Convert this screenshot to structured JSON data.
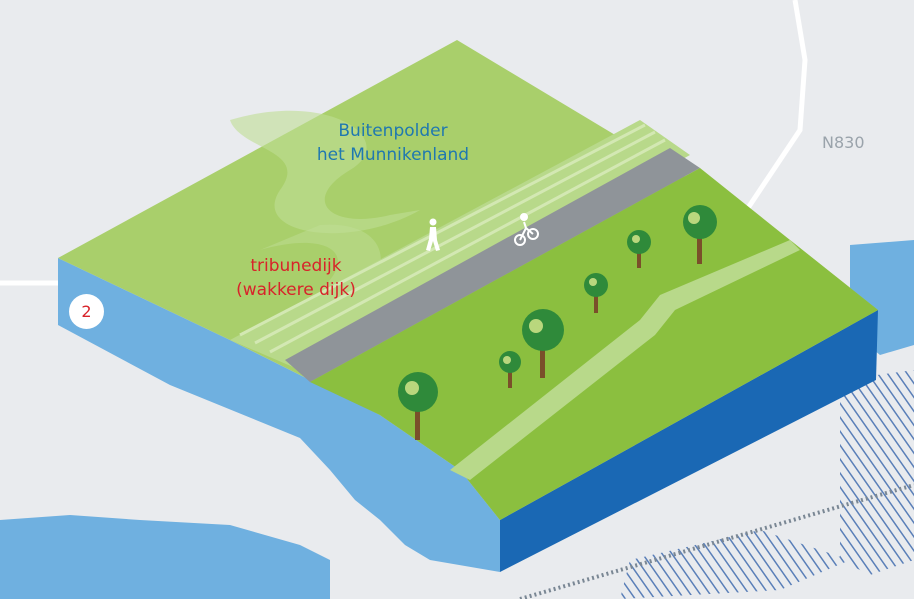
{
  "labels": {
    "polder_line1": "Buitenpolder",
    "polder_line2": "het Munnikenland",
    "dike_line1": "tribunedijk",
    "dike_line2": "(wakkere dijk)",
    "road": "N830",
    "section_number": "2"
  },
  "colors": {
    "polder_text": "#1f78b0",
    "dike_text": "#d8232a",
    "grass_light": "#a9cf6b",
    "grass_dark": "#8bbf3f",
    "road": "#8f9499",
    "side_light": "#6fb0e0",
    "side_dark": "#1a68b4",
    "background": "#e9ebee"
  },
  "icons": [
    "pedestrian-icon",
    "cyclist-icon",
    "tree-icon"
  ]
}
